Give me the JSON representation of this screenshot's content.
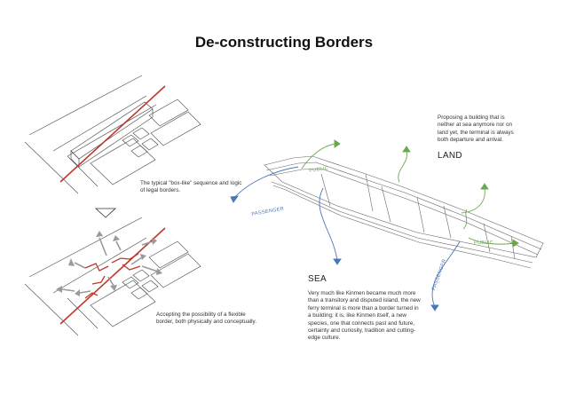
{
  "title": "De-constructing Borders",
  "caption_box": "The typical \"box-like\" sequence and logic of legal borders.",
  "caption_flex": "Accepting the possibility of a flexible border, both physically and conceptually.",
  "proposal": "Proposing a building that is neither at sea anymore nor on land yet, the terminal is always both departure and arrival.",
  "land_label": "LAND",
  "sea_label": "SEA",
  "sea_text": "Very much like Kinmen became much more than a transitory and disputed island, the new ferry terminal is more than a border turned in a building; it is, like Kinmen itself, a new species, one that connects past and future, certainty and curiosity, tradition and cutting-edge culture.",
  "flow_labels": {
    "passenger_left": "PASSENGER",
    "passenger_right": "PASSENGER",
    "public_top": "PUBLIC",
    "public_right": "PUBLIC"
  },
  "colors": {
    "border_red": "#c0392b",
    "passenger_blue": "#4b77b8",
    "public_green": "#6aa84f",
    "line_gray": "#555555",
    "arrow_gray": "#9a9a9a"
  }
}
